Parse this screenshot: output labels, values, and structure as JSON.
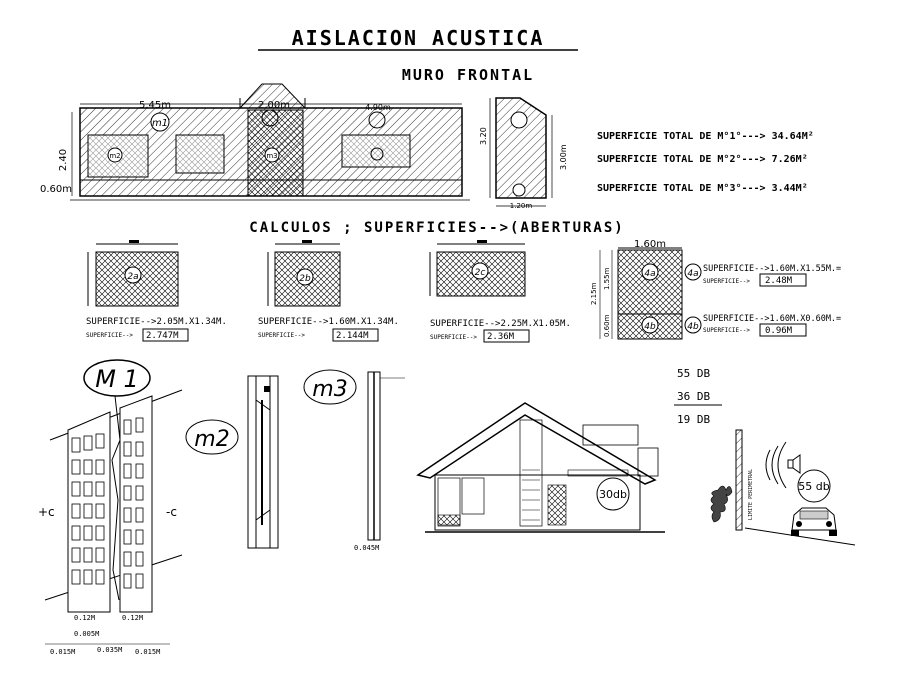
{
  "title": "AISLACION ACUSTICA",
  "subtitle": "MURO FRONTAL",
  "section_title": "CALCULOS ; SUPERFICIES-->(ABERTURAS)",
  "front_wall": {
    "dims": {
      "top_a": "5.45m",
      "top_b": "2.00m",
      "top_c": "4.90m",
      "left_h": "2.40",
      "base_h": "0.60m"
    },
    "labels": {
      "m1": "m1",
      "m2": "m2",
      "m3": "m3"
    },
    "side": {
      "h1": "3.20",
      "h2": "3.00m",
      "w": "1.20m"
    }
  },
  "totals": [
    "SUPERFICIE TOTAL DE M°1°---> 34.64M²",
    "SUPERFICIE TOTAL DE M°2°---> 7.26M²",
    "SUPERFICIE TOTAL DE M°3°---> 3.44M²"
  ],
  "openings": [
    {
      "id": "2a",
      "line1": "SUPERFICIE-->2.05M.X1.34M.",
      "line2_label": "SUPERFICIE-->",
      "result": "2.747M"
    },
    {
      "id": "2b",
      "line1": "SUPERFICIE-->1.60M.X1.34M.",
      "line2_label": "SUPERFICIE-->",
      "result": "2.144M"
    },
    {
      "id": "2c",
      "line1": "SUPERFICIE-->2.25M.X1.05M.",
      "line2_label": "SUPERFICIE-->",
      "result": "2.36M"
    }
  ],
  "opening4": {
    "width": "1.60m",
    "h_total": "2.15m",
    "h_upper": "1.55m",
    "h_lower": "0.60m",
    "a_id": "4a",
    "b_id": "4b",
    "a_line1": "SUPERFICIE-->1.60M.X1.55M.=",
    "a_line2_label": "SUPERFICIE-->",
    "a_result": "2.48M",
    "b_line1": "SUPERFICIE-->1.60M.X0.60M.=",
    "b_line2_label": "SUPERFICIE-->",
    "b_result": "0.96M"
  },
  "details": {
    "m1": "M 1",
    "m2": "m2",
    "m3": "m3",
    "plus": "+c",
    "minus": "-c",
    "dims": [
      "0.12M",
      "0.005M",
      "0.12M",
      "0.015M",
      "0.035M",
      "0.015M"
    ],
    "m3_dim": "0.045M"
  },
  "decibels": {
    "d1": "55 DB",
    "d2": "36 DB",
    "d3": "19 DB",
    "inside": "30db",
    "outside": "55 db",
    "wall_label": "LIMITE PERIMETRAL"
  }
}
